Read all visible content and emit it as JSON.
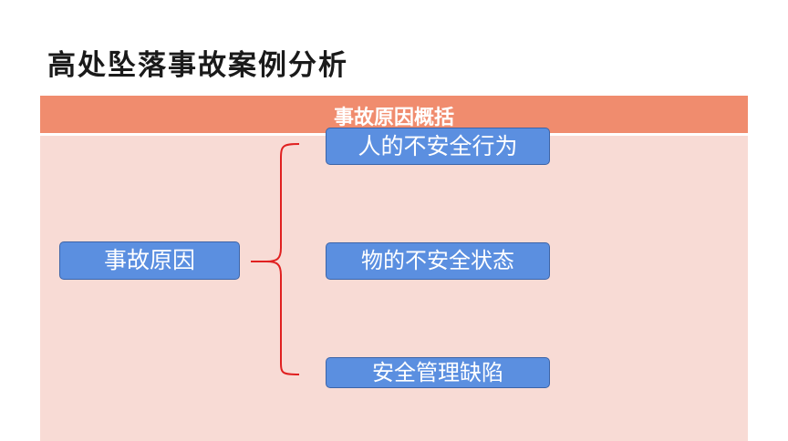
{
  "title": "高处坠落事故案例分析",
  "panel": {
    "header": "事故原因概括"
  },
  "diagram": {
    "root": "事故原因",
    "branches": [
      "人的不安全行为",
      "物的不安全状态",
      "安全管理缺陷"
    ]
  },
  "colors": {
    "header_bar": "#f08c6e",
    "panel_background": "#f8dbd5",
    "box_fill": "#5b8fe0",
    "box_border": "#3c64a8",
    "brace_line": "#e02020"
  }
}
